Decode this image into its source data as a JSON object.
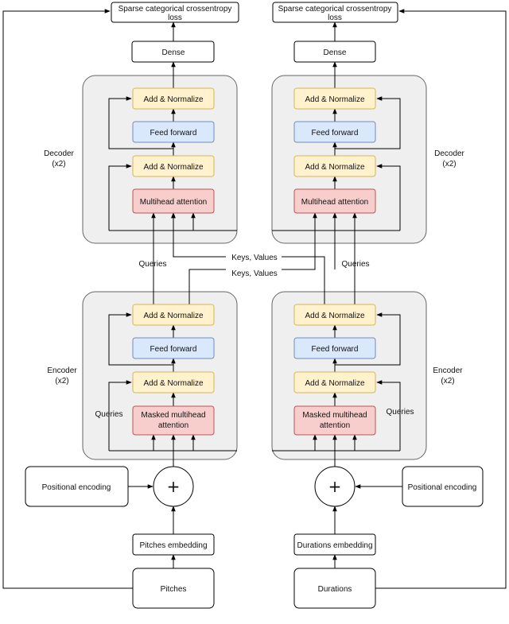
{
  "colors": {
    "block_fill": "#efefef",
    "block_stroke": "#666666",
    "add_norm": "#fff2cc",
    "add_norm_stroke": "#d6b656",
    "feed_forward": "#dae8fc",
    "feed_forward_stroke": "#6c8ebf",
    "attention": "#f8cecc",
    "attention_stroke": "#b85450",
    "line": "#000000"
  },
  "left": {
    "loss": [
      "Sparse categorical crossentropy",
      "loss"
    ],
    "dense": "Dense",
    "decoder": {
      "label": [
        "Decoder",
        "(x2)"
      ],
      "add_norm_top": "Add & Normalize",
      "feed_forward": "Feed forward",
      "add_norm_bottom": "Add & Normalize",
      "attention": "Multihead attention"
    },
    "queries_between": "Queries",
    "encoder": {
      "label": [
        "Encoder",
        "(x2)"
      ],
      "add_norm_top": "Add & Normalize",
      "feed_forward": "Feed forward",
      "add_norm_bottom": "Add & Normalize",
      "attention": [
        "Masked multihead",
        "attention"
      ],
      "queries": "Queries"
    },
    "positional": "Positional encoding",
    "embedding": "Pitches embedding",
    "input": "Pitches"
  },
  "right": {
    "loss": [
      "Sparse categorical crossentropy",
      "loss"
    ],
    "dense": "Dense",
    "decoder": {
      "label": [
        "Decoder",
        "(x2)"
      ],
      "add_norm_top": "Add & Normalize",
      "feed_forward": "Feed forward",
      "add_norm_bottom": "Add & Normalize",
      "attention": "Multihead attention"
    },
    "queries_between": "Queries",
    "encoder": {
      "label": [
        "Encoder",
        "(x2)"
      ],
      "add_norm_top": "Add & Normalize",
      "feed_forward": "Feed forward",
      "add_norm_bottom": "Add & Normalize",
      "attention": [
        "Masked multihead",
        "attention"
      ],
      "queries": "Queries"
    },
    "positional": "Positional encoding",
    "embedding": "Durations embedding",
    "input": "Durations"
  },
  "cross": {
    "keys_values_top": "Keys, Values",
    "keys_values_bottom": "Keys, Values"
  },
  "plus_symbol": "+"
}
